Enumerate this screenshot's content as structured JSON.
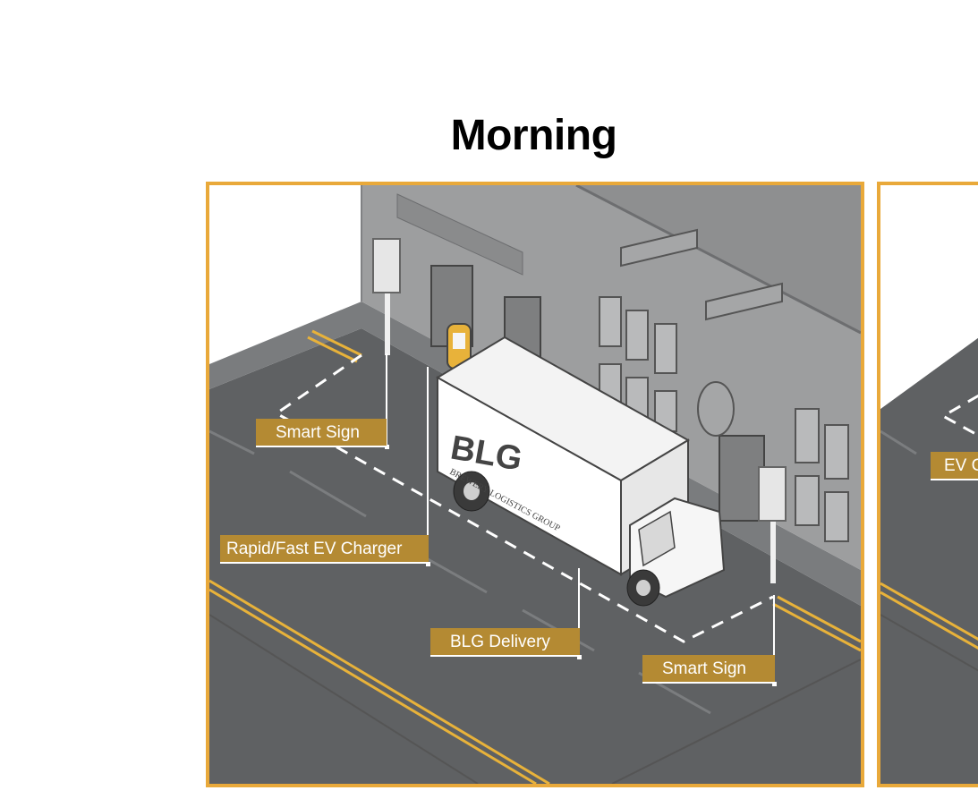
{
  "title": "Morning",
  "labels": {
    "smart_sign_left": "Smart Sign",
    "ev_charger": "Rapid/Fast EV Charger",
    "blg_delivery": "BLG Delivery",
    "smart_sign_right": "Smart Sign",
    "next_panel_partial": "EV C"
  },
  "truck": {
    "logo": "BLG",
    "company": "BREWERY LOGISTICS GROUP"
  },
  "colors": {
    "frame": "#e9a93a",
    "label_bg": "#b48a33",
    "road": "#5f6163",
    "building": "#9d9e9f",
    "yellow_line": "#e8b23a"
  }
}
